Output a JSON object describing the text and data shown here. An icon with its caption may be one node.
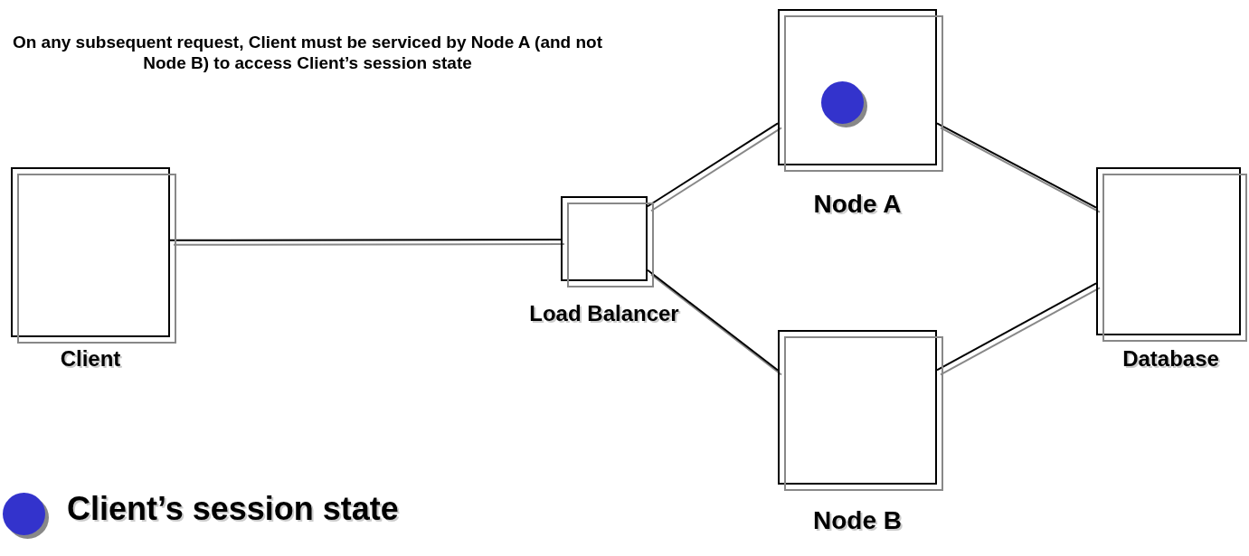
{
  "diagram": {
    "nodes": [
      {
        "text": [
          "Client"
        ]
      },
      {
        "text": [
          "Load Balancer"
        ]
      },
      {
        "text": [
          "Node A"
        ]
      },
      {
        "text": [
          "Node B"
        ]
      },
      {
        "text": [
          "Database"
        ]
      }
    ],
    "edges": [
      {
        "from": 0,
        "to": 1,
        "arrow": "none"
      },
      {
        "from": 1,
        "to": 2,
        "arrow": "none"
      },
      {
        "from": 1,
        "to": 3,
        "arrow": "none"
      },
      {
        "from": 2,
        "to": 4,
        "arrow": "none"
      },
      {
        "from": 3,
        "to": 4,
        "arrow": "none"
      }
    ],
    "labels": [
      "On any subsequent request, Client must be serviced by Node A (and not Node B) to access Client’s session state"
    ],
    "legend": [
      {
        "text": "Client’s session state",
        "color": "#3333cc"
      }
    ]
  }
}
